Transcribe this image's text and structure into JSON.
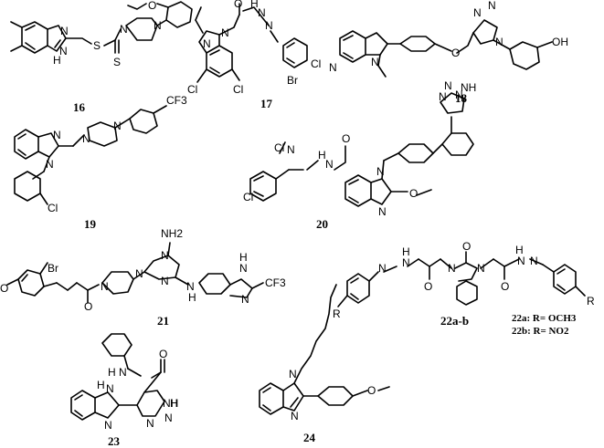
{
  "compounds": [
    {
      "number": "16",
      "atoms": [
        "H",
        "N",
        "N",
        "S",
        "N",
        "N",
        "S",
        "O"
      ]
    },
    {
      "number": "17",
      "atoms": [
        "N",
        "N",
        "O",
        "H",
        "N",
        "N",
        "Cl",
        "Cl",
        "Br"
      ]
    },
    {
      "number": "18",
      "atoms": [
        "N",
        "N",
        "Cl",
        "O",
        "N",
        "N",
        "N",
        "OH"
      ]
    },
    {
      "number": "19",
      "atoms": [
        "N",
        "N",
        "N",
        "N",
        "CF3",
        "Cl"
      ]
    },
    {
      "number": "20",
      "atoms": [
        "N",
        "N",
        "N",
        "N",
        "NH",
        "Cl",
        "Cl",
        "H",
        "N",
        "O",
        "N",
        "N",
        "O"
      ]
    },
    {
      "number": "21",
      "atoms": [
        "NH2",
        "N",
        "N",
        "Br",
        "O",
        "N",
        "N",
        "O",
        "N",
        "H",
        "H",
        "N",
        "N",
        "CF3"
      ]
    },
    {
      "number": "22a-b",
      "atoms": [
        "O",
        "N",
        "N",
        "H",
        "N",
        "N",
        "O",
        "O",
        "H",
        "N",
        "N",
        "R",
        "R"
      ]
    },
    {
      "number": "23",
      "atoms": [
        "H",
        "N",
        "O",
        "H",
        "N",
        "N",
        "N",
        "NH",
        "H",
        "N"
      ]
    },
    {
      "number": "24",
      "atoms": [
        "N",
        "N",
        "O"
      ]
    }
  ],
  "substituents": [
    {
      "label": "22a: R= OCH3"
    },
    {
      "label": "22b: R= NO2"
    }
  ]
}
